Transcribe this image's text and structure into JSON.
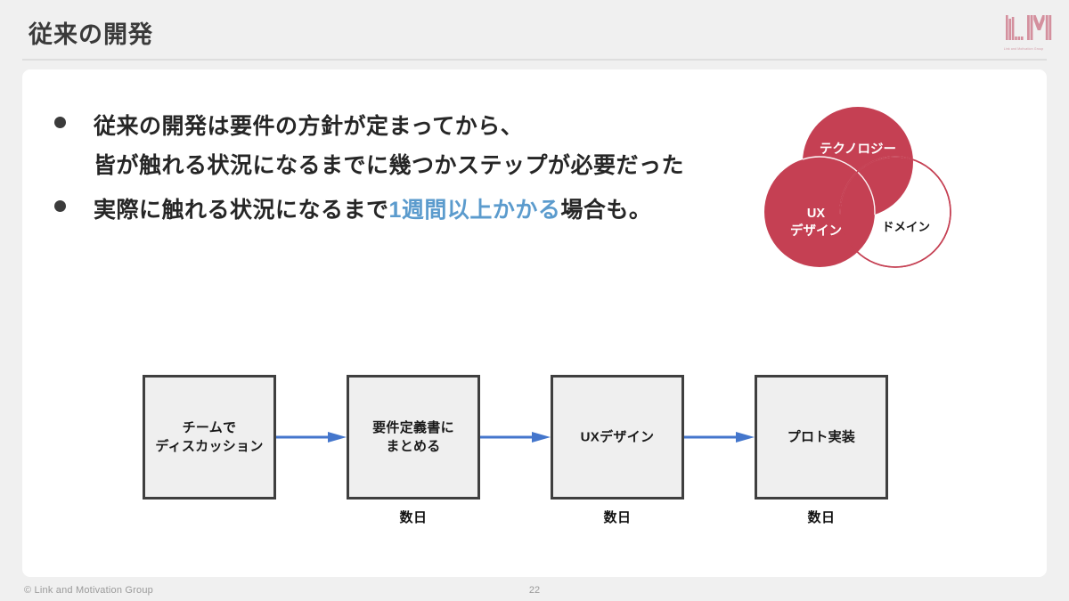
{
  "header": {
    "title": "従来の開発",
    "logo": {
      "mark": "LM",
      "caption": "Link and Motivation Group",
      "color": "#d4909e"
    }
  },
  "content": {
    "bullets": [
      {
        "line1_prefix": "従来の開発は要件の方針が定まってから、",
        "line2": "皆が触れる状況になるまでに幾つかステップが必要だった"
      },
      {
        "before": "実際に触れる状況になるまで",
        "highlight": "1週間以上かかる",
        "after": "場合も。",
        "highlight_color": "#5b9bcd"
      }
    ]
  },
  "venn": {
    "fill_color": "#c54053",
    "circles": [
      {
        "label": "テクノロジー",
        "filled": true,
        "text_color": "#ffffff"
      },
      {
        "label_line1": "UX",
        "label_line2": "デザイン",
        "filled": true,
        "text_color": "#ffffff"
      },
      {
        "label": "ドメイン",
        "filled": false,
        "text_color": "#1a1a1a"
      }
    ]
  },
  "flow": {
    "arrow_color": "#4476cc",
    "box_fill": "#efefef",
    "box_border": "#3f3f3f",
    "steps": [
      {
        "label_line1": "チームで",
        "label_line2": "ディスカッション",
        "duration": ""
      },
      {
        "label_line1": "要件定義書に",
        "label_line2": "まとめる",
        "duration": "数日"
      },
      {
        "label_line1": "UXデザイン",
        "label_line2": "",
        "duration": "数日"
      },
      {
        "label_line1": "プロト実装",
        "label_line2": "",
        "duration": "数日"
      }
    ]
  },
  "footer": {
    "copyright": "© Link and Motivation Group",
    "page_number": "22"
  }
}
